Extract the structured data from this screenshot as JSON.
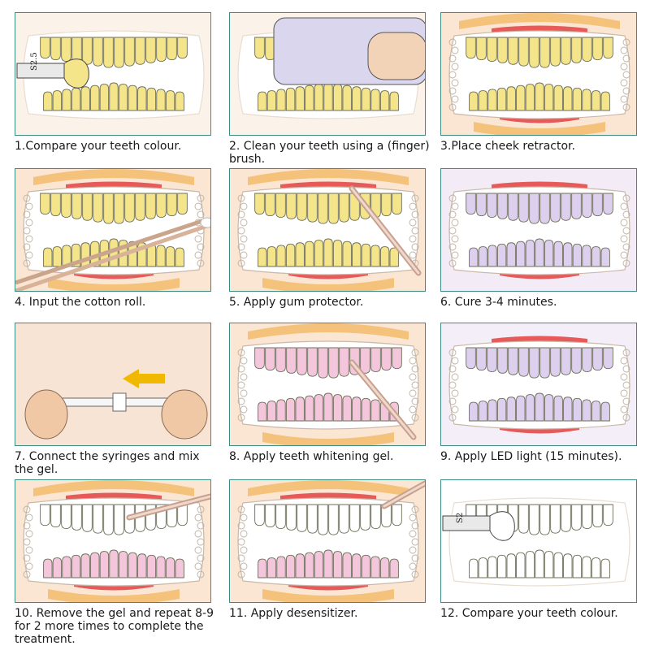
{
  "steps": [
    {
      "caption": "1.Compare your teeth colour.",
      "shade_label": "S2.5"
    },
    {
      "caption": "2. Clean your teeth using a (finger) brush."
    },
    {
      "caption": "3.Place cheek retractor."
    },
    {
      "caption": "4. Input the cotton roll."
    },
    {
      "caption": "5. Apply gum protector."
    },
    {
      "caption": "6. Cure 3-4 minutes."
    },
    {
      "caption": "7. Connect the syringes and mix the gel."
    },
    {
      "caption": "8. Apply teeth whitening gel."
    },
    {
      "caption": "9. Apply LED light (15 minutes)."
    },
    {
      "caption": "10. Remove the gel and repeat 8-9 for 2 more times to complete the treatment."
    },
    {
      "caption": "11. Apply desensitizer."
    },
    {
      "caption": "12. Compare your teeth colour.",
      "shade_label": "S2"
    }
  ],
  "colors": {
    "frame": "#3d8c84",
    "tooth_yellow": "#f4e48a",
    "tooth_white": "#ffffff",
    "tooth_pink": "#f3c6dc",
    "tooth_lavender": "#ddd0ee",
    "gum": "#e65a5a",
    "lip": "#f4c27a",
    "skin": "#fbe6d3",
    "arrow": "#f1b800"
  }
}
